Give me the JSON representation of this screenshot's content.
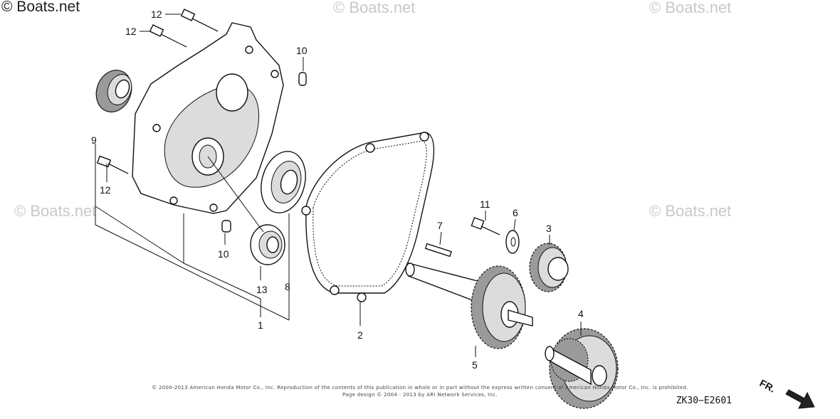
{
  "watermarks": {
    "main": "© Boats.net",
    "repeat": "© Boats.net"
  },
  "callouts": {
    "c1": "1",
    "c2": "2",
    "c3": "3",
    "c4": "4",
    "c5": "5",
    "c6": "6",
    "c7": "7",
    "c8": "8",
    "c9": "9",
    "c10a": "10",
    "c10b": "10",
    "c11": "11",
    "c12a": "12",
    "c12b": "12",
    "c12c": "12",
    "c13": "13"
  },
  "diagram_code": "ZK30−E2601",
  "direction_label": "FR.",
  "copyright": {
    "line1": "© 2000-2013 American Honda Motor Co., Inc. Reproduction of the contents of this publication in whole or in part without the express written consent of American Honda Motor Co., Inc. is prohibited.",
    "line2": "Page design © 2004 - 2013 by ARI Network Services, Inc."
  }
}
